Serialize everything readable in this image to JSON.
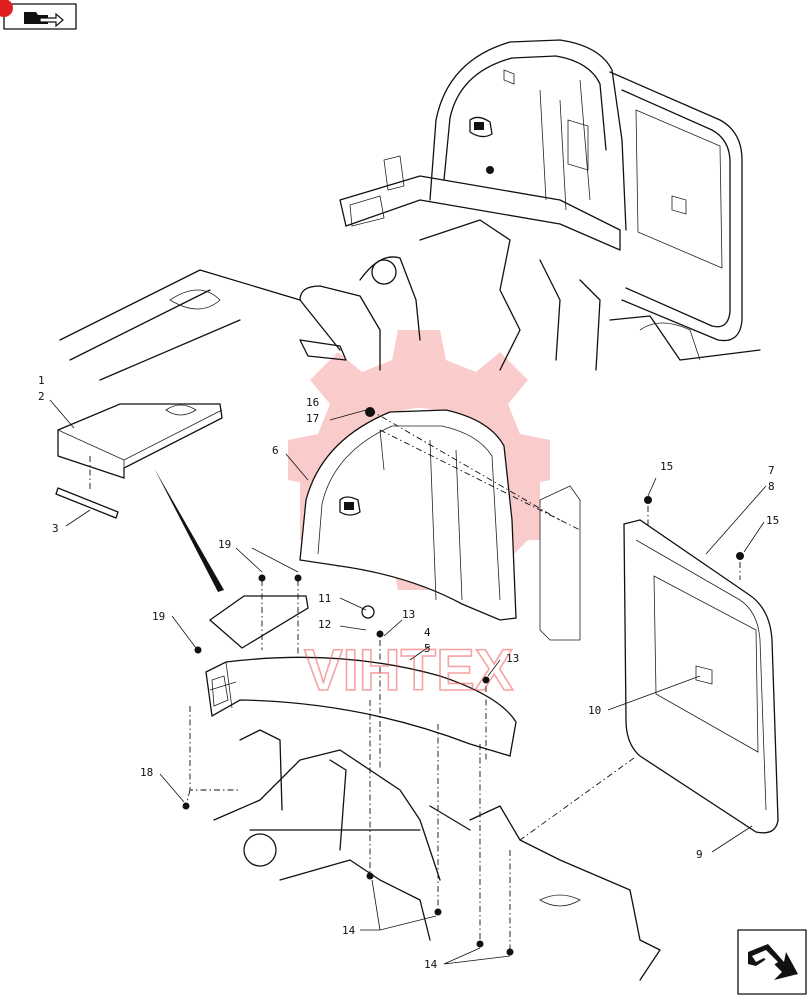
{
  "watermark": {
    "text": "VIHTEX",
    "color": "#f04848"
  },
  "nav": {
    "top_icon": "folder-arrow-icon",
    "bottom_icon": "next-arrow-icon",
    "badge_color": "#e02020"
  },
  "callouts": {
    "c1": "1",
    "c2": "2",
    "c3": "3",
    "c4": "4",
    "c5": "5",
    "c6": "6",
    "c7": "7",
    "c8": "8",
    "c9": "9",
    "c10": "10",
    "c11": "11",
    "c12": "12",
    "c13a": "13",
    "c13b": "13",
    "c14a": "14",
    "c14b": "14",
    "c15a": "15",
    "c15b": "15",
    "c16": "16",
    "c17": "17",
    "c18": "18",
    "c19a": "19",
    "c19b": "19"
  }
}
